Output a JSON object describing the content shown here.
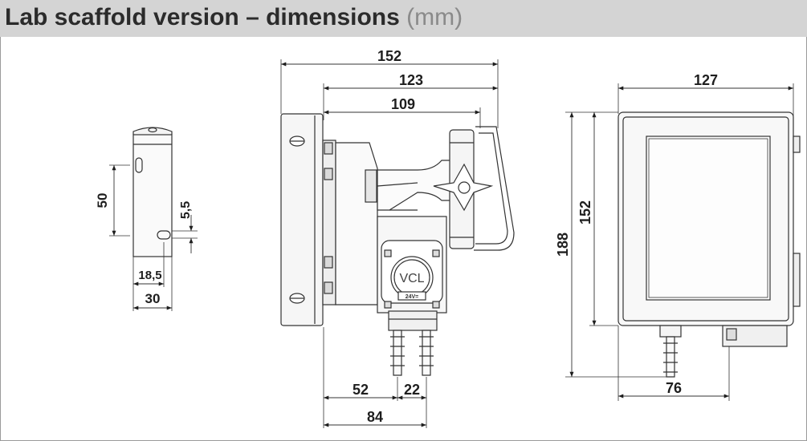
{
  "header": {
    "title": "Lab scaffold version – dimensions",
    "unit": "(mm)"
  },
  "device": {
    "logo_text": "VCL",
    "voltage_label": "24V="
  },
  "dimensions": {
    "bracket_side": {
      "hole_spacing": "50",
      "slot_offset": "5,5",
      "depth": "18,5",
      "width": "30"
    },
    "side_view": {
      "overall": "152",
      "mid": "123",
      "inner": "109",
      "bottom_left": "52",
      "bottom_right": "22",
      "base": "84"
    },
    "front_view": {
      "width": "127",
      "height_total": "188",
      "height_body": "152",
      "fitting_offset": "76"
    }
  },
  "colors": {
    "header_bg": "#d4d4d4",
    "title": "#2b2b2b",
    "unit": "#8a8a8a",
    "line": "#1e1e1e"
  }
}
